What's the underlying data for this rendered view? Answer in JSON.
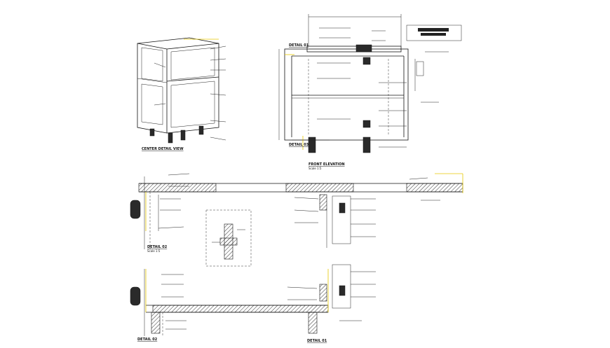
{
  "titles": {
    "section_x": "CENTER DETAIL VIEW",
    "section_a": "DETAIL 01",
    "section_b": "DETAIL 02",
    "section_c": "DETAIL 03",
    "front_elevation": "FRONT ELEVATION",
    "scale": "Scale 1:5"
  },
  "colors": {
    "line": "#111111",
    "highlight": "#e6c800",
    "background": "#ffffff"
  }
}
